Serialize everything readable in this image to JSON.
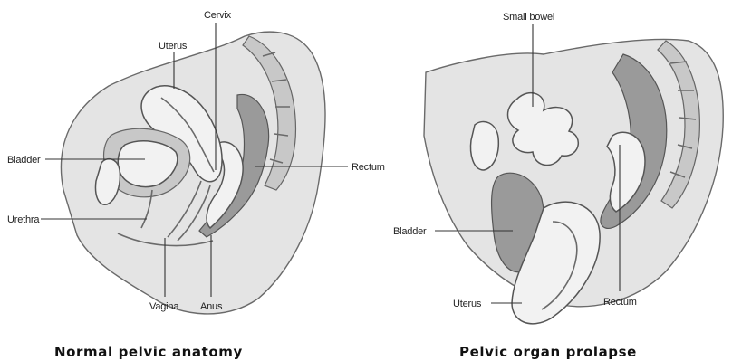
{
  "left_panel": {
    "caption": "Normal pelvic anatomy",
    "labels": {
      "cervix": "Cervix",
      "uterus": "Uterus",
      "bladder": "Bladder",
      "urethra": "Urethra",
      "rectum": "Rectum",
      "vagina": "Vagina",
      "anus": "Anus"
    }
  },
  "right_panel": {
    "caption": "Pelvic organ prolapse",
    "labels": {
      "small_bowel": "Small bowel",
      "bladder": "Bladder",
      "uterus": "Uterus",
      "rectum": "Rectum"
    }
  }
}
